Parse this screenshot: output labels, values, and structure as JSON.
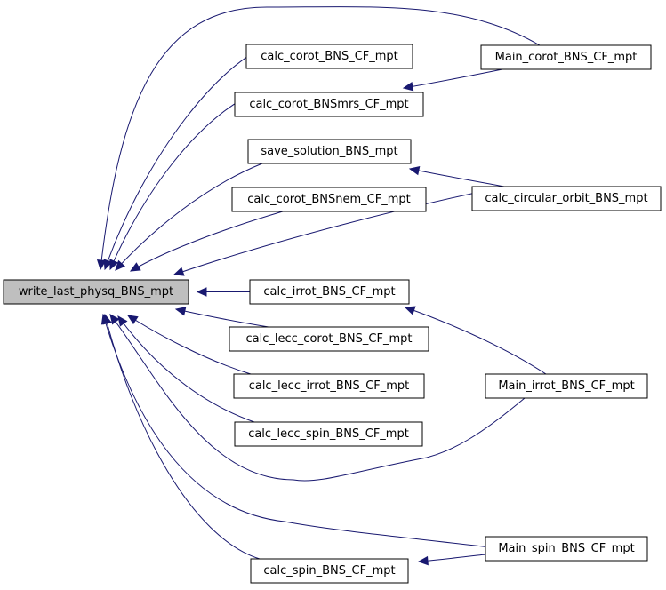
{
  "colors": {
    "edge": "#191970",
    "node_fill": "#ffffff",
    "focus_fill": "#bfbfbf",
    "border": "#000000"
  },
  "graph": {
    "focus": {
      "id": "focus",
      "label": "write_last_physq_BNS_mpt"
    },
    "nodes": [
      {
        "id": "n1",
        "label": "calc_corot_BNS_CF_mpt"
      },
      {
        "id": "n2",
        "label": "calc_corot_BNSmrs_CF_mpt"
      },
      {
        "id": "n3",
        "label": "save_solution_BNS_mpt"
      },
      {
        "id": "n4",
        "label": "calc_corot_BNSnem_CF_mpt"
      },
      {
        "id": "n5",
        "label": "calc_irrot_BNS_CF_mpt"
      },
      {
        "id": "n6",
        "label": "calc_lecc_corot_BNS_CF_mpt"
      },
      {
        "id": "n7",
        "label": "calc_lecc_irrot_BNS_CF_mpt"
      },
      {
        "id": "n8",
        "label": "calc_lecc_spin_BNS_CF_mpt"
      },
      {
        "id": "n9",
        "label": "calc_spin_BNS_CF_mpt"
      },
      {
        "id": "n10",
        "label": "Main_corot_BNS_CF_mpt"
      },
      {
        "id": "n11",
        "label": "calc_circular_orbit_BNS_mpt"
      },
      {
        "id": "n12",
        "label": "Main_irrot_BNS_CF_mpt"
      },
      {
        "id": "n13",
        "label": "Main_spin_BNS_CF_mpt"
      }
    ],
    "edges": [
      {
        "from": "n1",
        "to": "focus"
      },
      {
        "from": "n2",
        "to": "focus"
      },
      {
        "from": "n3",
        "to": "focus"
      },
      {
        "from": "n4",
        "to": "focus"
      },
      {
        "from": "n5",
        "to": "focus"
      },
      {
        "from": "n6",
        "to": "focus"
      },
      {
        "from": "n7",
        "to": "focus"
      },
      {
        "from": "n8",
        "to": "focus"
      },
      {
        "from": "n9",
        "to": "focus"
      },
      {
        "from": "n10",
        "to": "focus"
      },
      {
        "from": "n10",
        "to": "n2"
      },
      {
        "from": "n11",
        "to": "focus"
      },
      {
        "from": "n11",
        "to": "n3"
      },
      {
        "from": "n12",
        "to": "focus"
      },
      {
        "from": "n12",
        "to": "n5"
      },
      {
        "from": "n13",
        "to": "focus"
      },
      {
        "from": "n13",
        "to": "n9"
      }
    ]
  }
}
